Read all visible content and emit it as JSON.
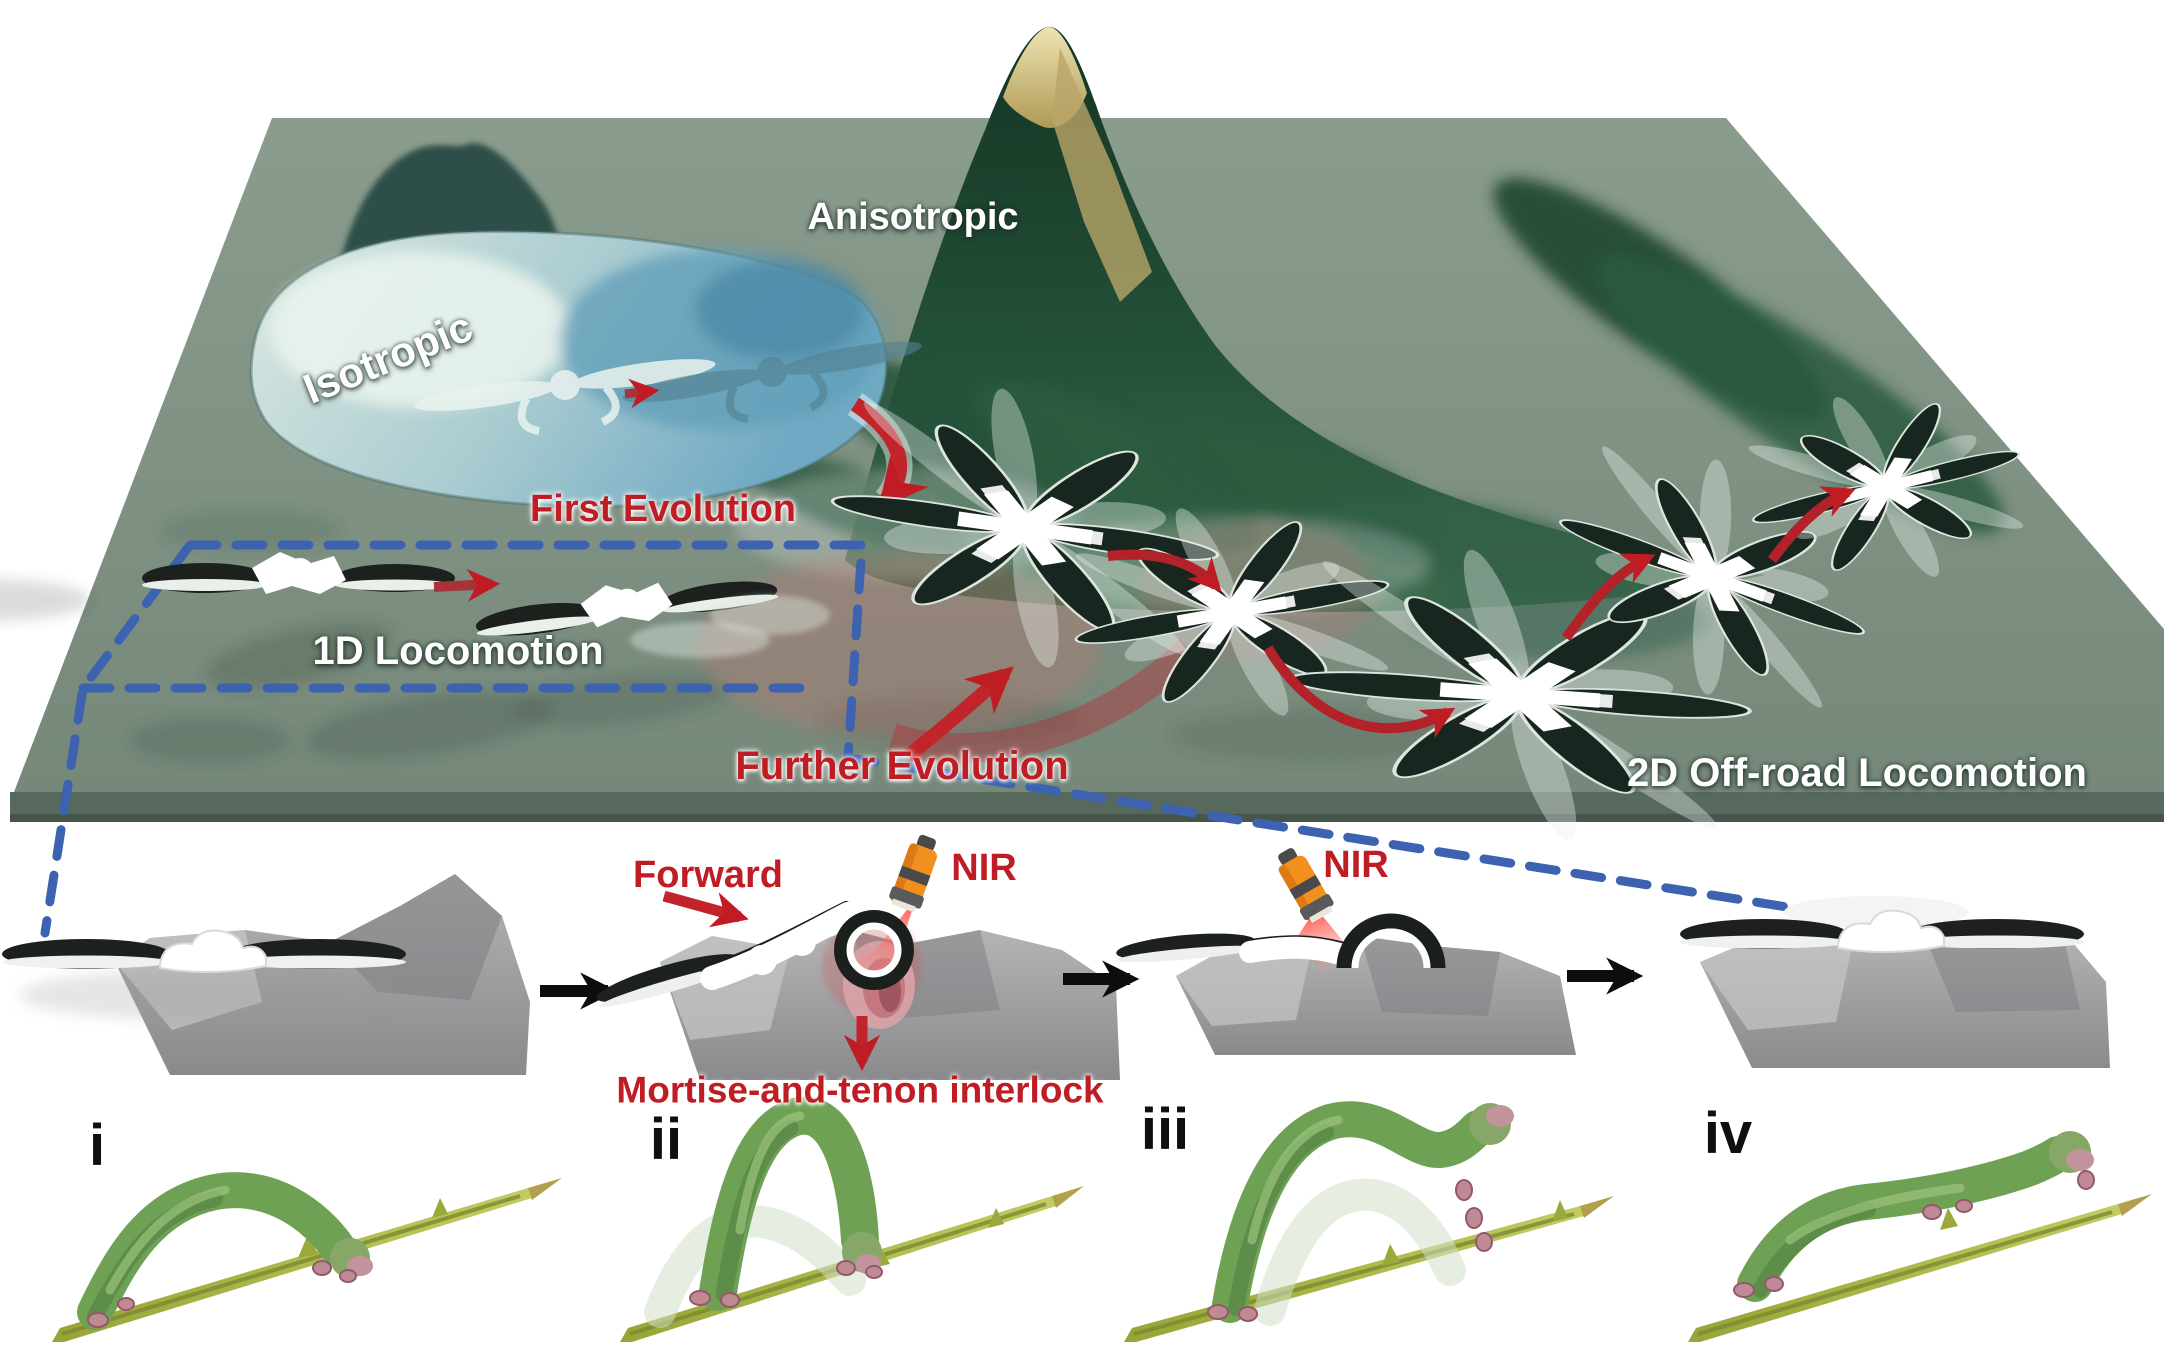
{
  "figure": {
    "terrain_labels": {
      "isotropic": "Isotropic",
      "anisotropic": "Anisotropic",
      "first_evolution": "First Evolution",
      "locomotion_1d": "1D Locomotion",
      "further_evolution": "Further Evolution",
      "locomotion_2d": "2D Off-road Locomotion"
    },
    "detail_labels": {
      "forward": "Forward",
      "nir_left": "NIR",
      "nir_right": "NIR",
      "mortise": "Mortise-and-tenon interlock"
    },
    "sequence_labels": [
      "i",
      "ii",
      "iii",
      "iv"
    ],
    "icons": {
      "nir_source": "flashlight-icon",
      "motion": "arrow-icon",
      "magnifier_region": "dashed-callout"
    },
    "colors": {
      "accent_red": "#bf1d23",
      "dashed_blue": "#3c62b0",
      "board_green": "#7e9283",
      "board_edge": "#57695c",
      "mountain_dark": "#1a4230",
      "mountain_peak_tan": "#d6c488",
      "pond_blue": "#7db3c9",
      "pond_pale": "#dce8e2",
      "flashlight_orange": "#f2901f",
      "caterpillar_green": "#6fa155",
      "twig_green": "#a9b747",
      "robot_black": "#1c211e",
      "robot_white": "#ffffff",
      "detail_rock_gray": "#9a9a9d"
    }
  }
}
